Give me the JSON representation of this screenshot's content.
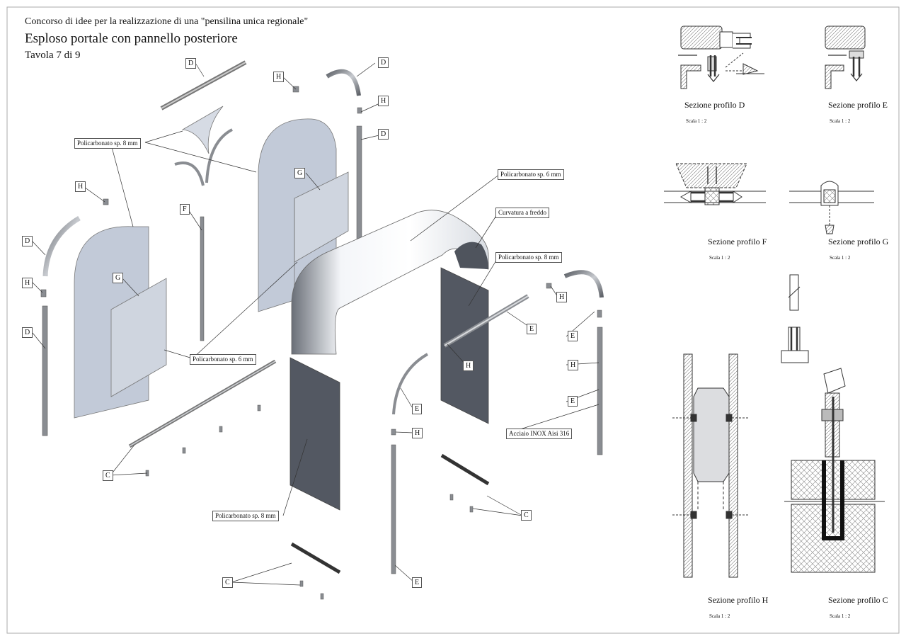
{
  "header": {
    "line1": "Concorso di idee per la realizzazione di una \"pensilina unica regionale\"",
    "line2": "Esploso portale con pannello posteriore",
    "line3": "Tavola 7 di 9"
  },
  "callouts": {
    "poli8_left": "Policarbonato sp. 8 mm",
    "poli6_top": "Policarbonato sp. 6 mm",
    "curvatura": "Curvatura a freddo",
    "poli8_right": "Policarbonato sp. 8 mm",
    "poli6_mid": "Policarbonato sp. 6 mm",
    "acciaio": "Acciaio INOX Aisi 316",
    "poli8_bottom": "Policarbonato sp. 8 mm"
  },
  "letters": {
    "D": "D",
    "H": "H",
    "F": "F",
    "G": "G",
    "E": "E",
    "C": "C"
  },
  "sections": [
    {
      "title": "Sezione profilo D",
      "scale": "Scala  1 : 2"
    },
    {
      "title": "Sezione profilo E",
      "scale": "Scala  1 : 2"
    },
    {
      "title": "Sezione profilo F",
      "scale": "Scala  1 : 2"
    },
    {
      "title": "Sezione profilo G",
      "scale": "Scala  1 : 2"
    },
    {
      "title": "Sezione profilo H",
      "scale": "Scala  1 : 2"
    },
    {
      "title": "Sezione profilo C",
      "scale": "Scala  1 : 2"
    }
  ],
  "colors": {
    "panel_light": "#c2cad8",
    "panel_dark": "#535862",
    "steel": "#8a8d92",
    "border": "#999999"
  }
}
